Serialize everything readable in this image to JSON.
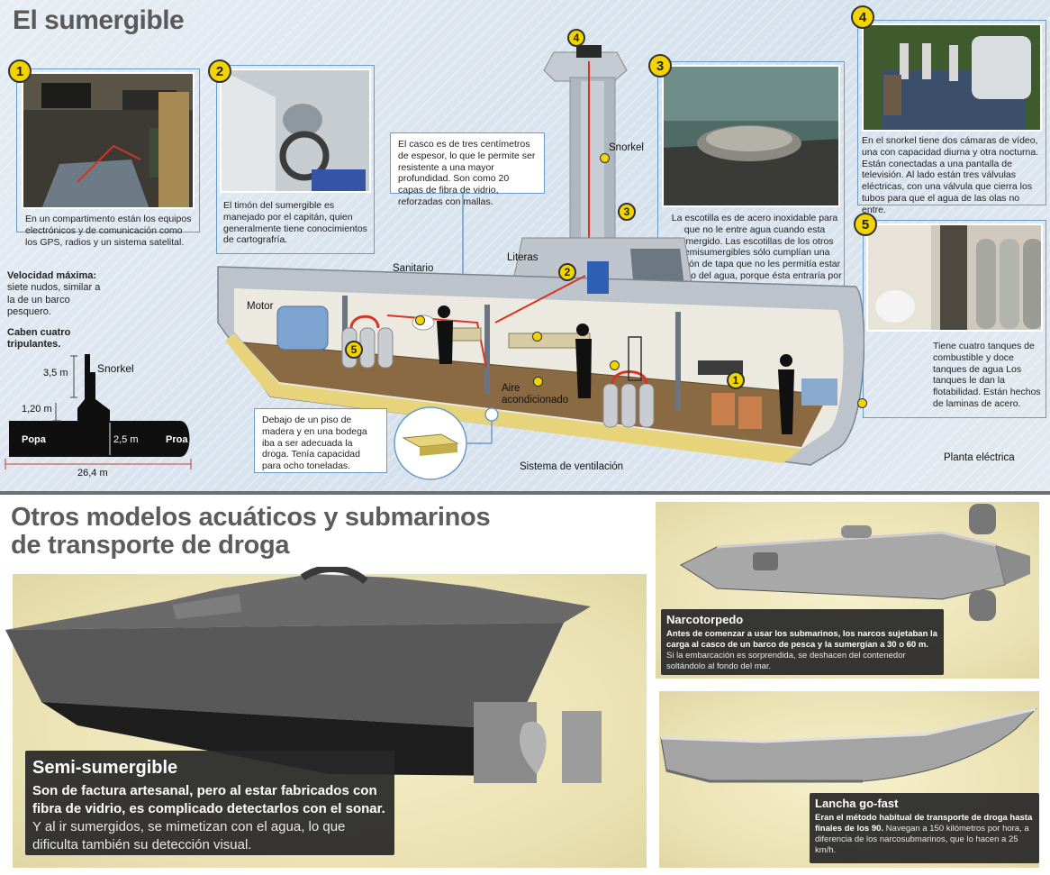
{
  "title": "El sumergible",
  "callouts": {
    "c1": {
      "num": "1",
      "text": "En un compartimento están los equipos electrónicos y de comunicación como los GPS, radios y un sistema satelital."
    },
    "c2": {
      "num": "2",
      "text": "El timón del sumergible es manejado por el capitán, quien generalmente tiene conocimientos de cartografría."
    },
    "c3": {
      "num": "3",
      "text": "La escotilla es de acero inoxidable para que no le entre agua cuando esta sumergido. Las escotillas de los otros semisumergibles sólo cumplían una función de tapa que no les permitía estar debajo del agua, porque ésta entraría por allí. Al lado tiene un sistema para tanquear combustible."
    },
    "c4": {
      "num": "4",
      "text": "En el snorkel tiene dos cámaras de vídeo, una con capacidad diurna y otra nocturna. Están conectadas a una pantalla de televisión. Al lado están tres válvulas eléctricas, con una válvula que cierra los tubos para que el agua de las olas  no entre."
    },
    "c5": {
      "num": "5",
      "text": "Tiene cuatro tanques de combustible y doce tanques de agua Los tanques le dan la flotabilidad. Están hechos de laminas de acero."
    },
    "hull": "El casco es de tres centímetros de espesor, lo que le permite ser resistente a una mayor profundidad. Son como 20 capas de fibra de vidrio, reforzadas con mallas.",
    "cargo": "Debajo de un piso de madera y en una bodega iba a ser adecuada la droga. Tenía capacidad para ocho toneladas."
  },
  "specs": {
    "speed_label": "Velocidad máxima:",
    "speed_text": "siete nudos, similar a la de un barco pesquero.",
    "crew_text": "Caben cuatro tripulantes.",
    "snorkel": "Snorkel",
    "h1": "3,5 m",
    "h2": "1,20 m",
    "h3": "2,5 m",
    "length": "26,4 m",
    "stern": "Popa",
    "bow": "Proa"
  },
  "labels": {
    "snorkel": "Snorkel",
    "literas": "Literas",
    "sanitario": "Sanitario",
    "motor": "Motor",
    "aire": "Aire acondicionado",
    "ventilacion": "Sistema de ventilación",
    "planta": "Planta eléctrica",
    "n1": "1",
    "n2": "2",
    "n3": "3",
    "n4": "4",
    "n5": "5"
  },
  "bottom": {
    "title_line1": "Otros modelos acuáticos y submarinos",
    "title_line2": "de transporte de droga",
    "semi": {
      "title": "Semi-sumergible",
      "t1": "Son de factura artesanal, pero al estar fabricados con fibra de vidrio, es complicado detectarlos con el sonar.",
      "t2": " Y al ir sumergidos, se mimetizan con el agua, lo que dificulta también su detección visual."
    },
    "narco": {
      "title": "Narcotorpedo",
      "t1": "Antes de comenzar a usar los submarinos, los narcos sujetaban la carga al casco de un barco de pesca y la sumergían a 30 o 60 m.",
      "t2": " Si la embarcación es sorprendida, se deshacen del contenedor soltándolo al fondo del mar."
    },
    "lancha": {
      "title": "Lancha go-fast",
      "t1": "Eran el método habitual de transporte de droga hasta finales de los 90.",
      "t2": " Navegan a 150 kilómetros por hora, a diferencia de los narcosubmarinos, que lo hacen a 25 km/h."
    }
  },
  "colors": {
    "accent_yellow": "#f2d500",
    "callout_blue": "#6b9bc7",
    "panel_cream": "#efe6b9",
    "pipe_red": "#d9341f"
  }
}
